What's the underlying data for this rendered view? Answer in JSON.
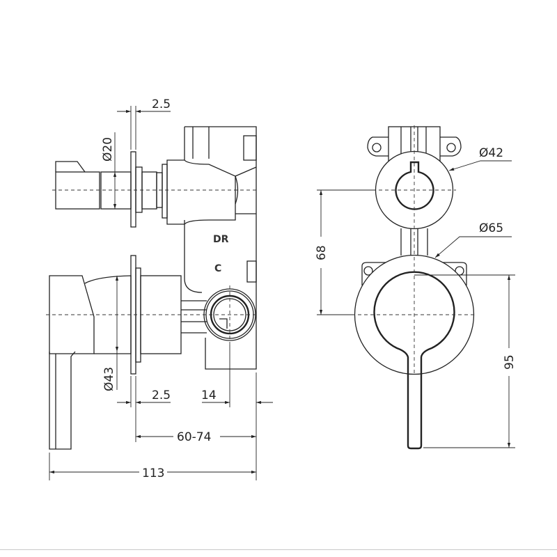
{
  "drawing": {
    "side_view": {
      "dims": {
        "top_flange_thickness": "2.5",
        "stem_diameter": "Ø20",
        "handle_diameter": "Ø43",
        "bottom_flange_thickness": "2.5",
        "port_offset": "14",
        "wall_depth": "60-74",
        "overall_depth": "113"
      },
      "markings": {
        "diverter": "DR",
        "cold": "C"
      }
    },
    "front_view": {
      "dims": {
        "diverter_plate_diameter": "Ø42",
        "mixer_plate_diameter": "Ø65",
        "centre_distance": "68",
        "lever_length": "95"
      }
    }
  }
}
